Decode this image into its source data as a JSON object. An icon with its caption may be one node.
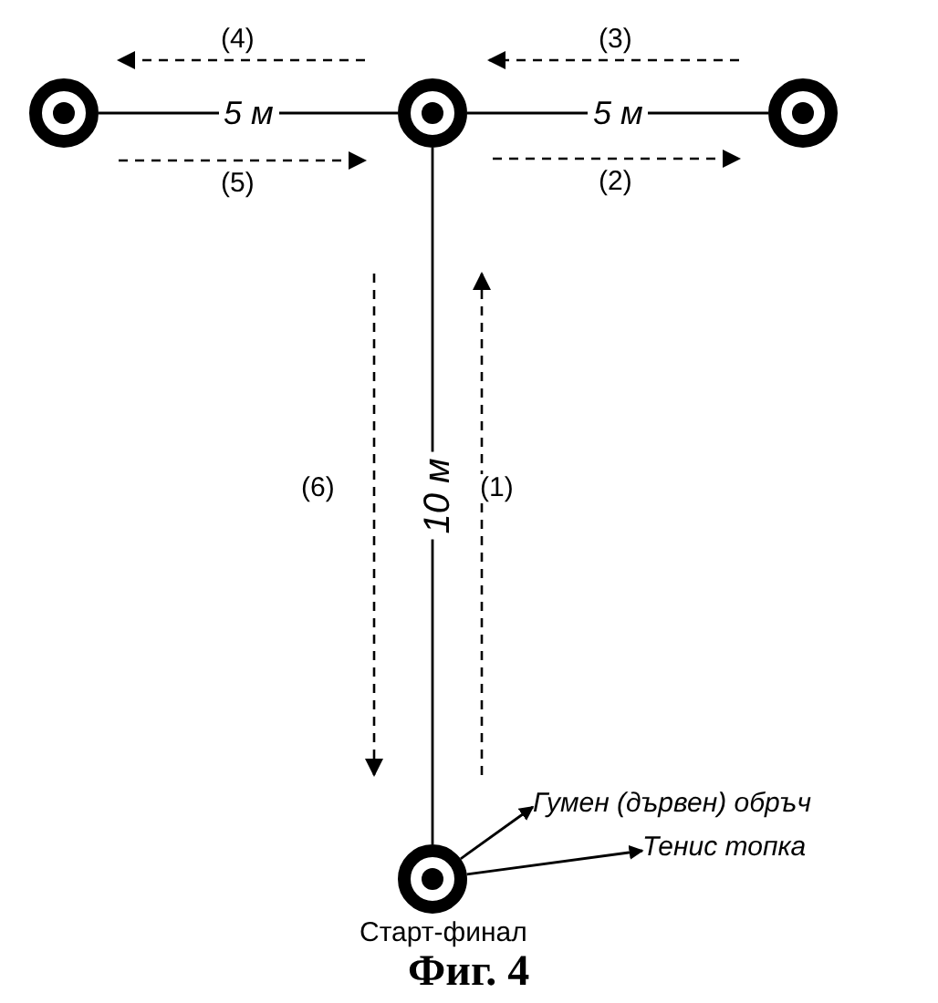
{
  "diagram": {
    "caption": "Фиг. 4",
    "nodes": [
      {
        "text": [],
        "shape": "circle"
      },
      {
        "text": [],
        "shape": "circle"
      },
      {
        "text": [],
        "shape": "circle"
      },
      {
        "text": [],
        "shape": "circle",
        "beside": [
          "Старт-финал"
        ]
      },
      {
        "text": [
          "Гумен (дървен) обръч"
        ]
      },
      {
        "text": [
          "Тенис топка"
        ]
      }
    ],
    "edges": [
      {
        "from": 0,
        "to": 1,
        "arrow": "none",
        "label": "5 м"
      },
      {
        "from": 1,
        "to": 2,
        "arrow": "none",
        "label": "5 м"
      },
      {
        "from": 1,
        "to": 3,
        "arrow": "none",
        "label": "10 м"
      },
      {
        "from": 3,
        "to": 4,
        "arrow": "to"
      },
      {
        "from": 3,
        "to": 5,
        "arrow": "to"
      }
    ],
    "labels": [
      "(4)",
      "(3)",
      "(5)",
      "(2)",
      "(6)",
      "(1)"
    ]
  }
}
